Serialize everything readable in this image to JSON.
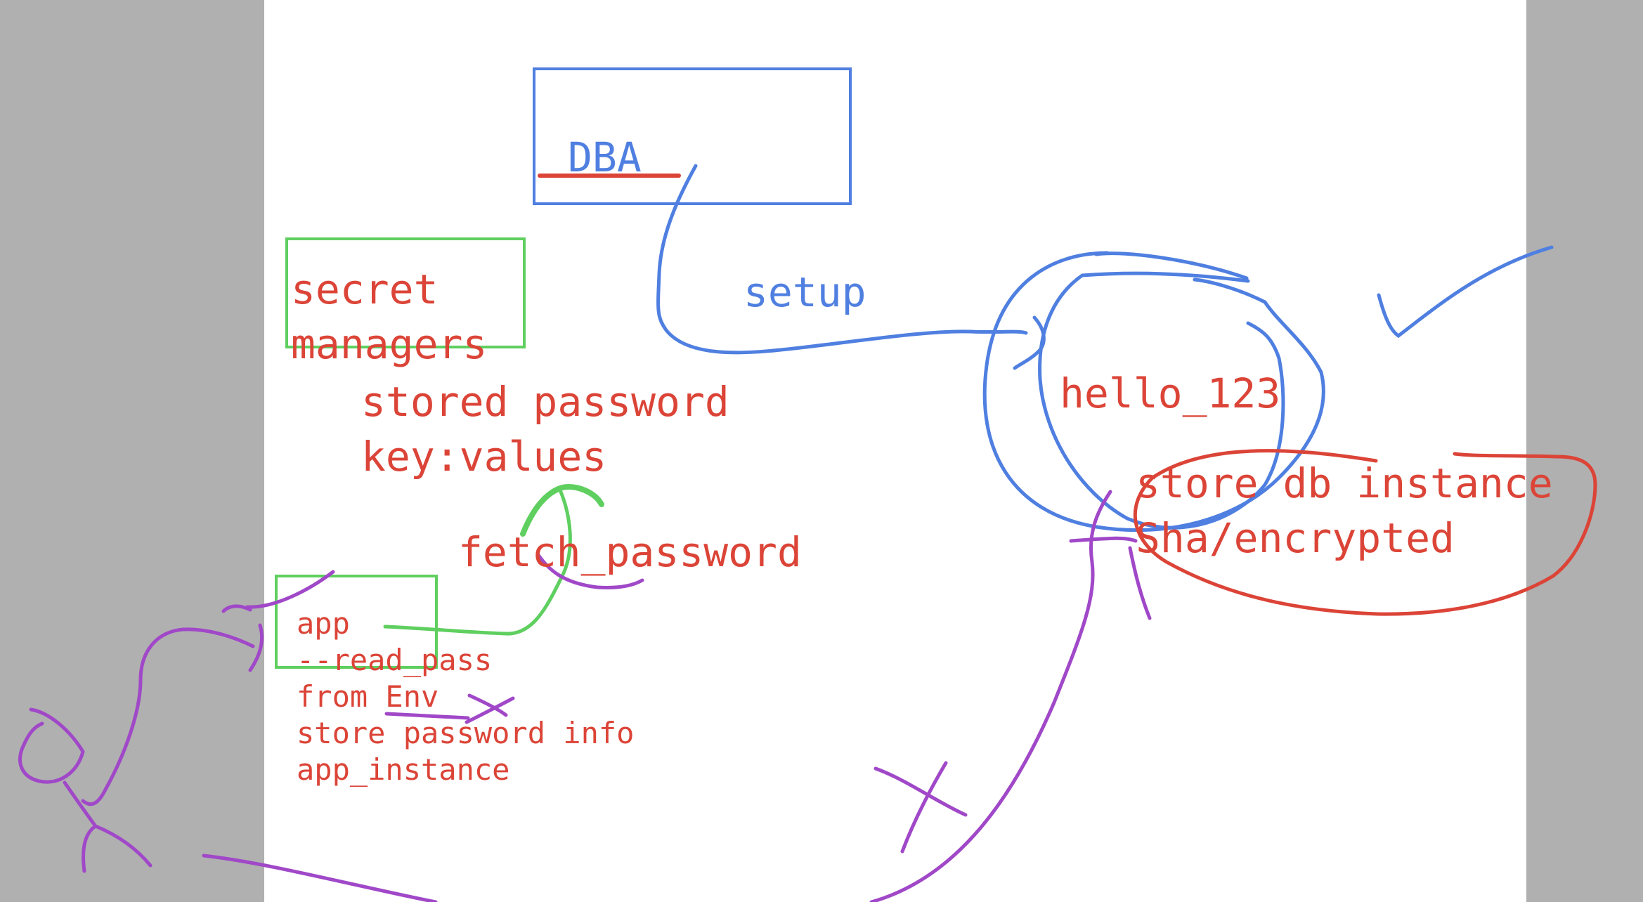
{
  "colors": {
    "side_panel": "#b0b0b0",
    "page": "#ffffff",
    "red_ink": "#db4437",
    "blue_ink": "#4f7fe0",
    "green_ink": "#5fcf5f",
    "purple_ink": "#a048c8"
  },
  "labels": {
    "dba": "DBA",
    "setup": "setup",
    "secret_line1": "secret",
    "secret_line2": "managers",
    "stored_line1": "stored password",
    "stored_line2": "key:values",
    "fetch": "fetch_password",
    "app_lines": [
      "app",
      "--read_pass",
      "from Env",
      "store password info",
      "app_instance"
    ],
    "hello": "hello_123",
    "store_line1": "store db instance",
    "store_line2": "Sha/encrypted"
  },
  "shapes": [
    {
      "name": "dba-box",
      "kind": "rectangle",
      "color": "blue_ink"
    },
    {
      "name": "secret-managers-box",
      "kind": "rectangle",
      "color": "green_ink"
    },
    {
      "name": "app-box",
      "kind": "rectangle",
      "color": "green_ink"
    },
    {
      "name": "hello-loop",
      "kind": "freehand-loop",
      "color": "blue_ink"
    },
    {
      "name": "encrypted-loop",
      "kind": "freehand-loop",
      "color": "red_ink"
    },
    {
      "name": "checkmark",
      "kind": "check",
      "color": "blue_ink"
    },
    {
      "name": "stick-figure",
      "kind": "doodle",
      "color": "purple_ink"
    },
    {
      "name": "cross-mark",
      "kind": "x",
      "color": "purple_ink"
    }
  ]
}
